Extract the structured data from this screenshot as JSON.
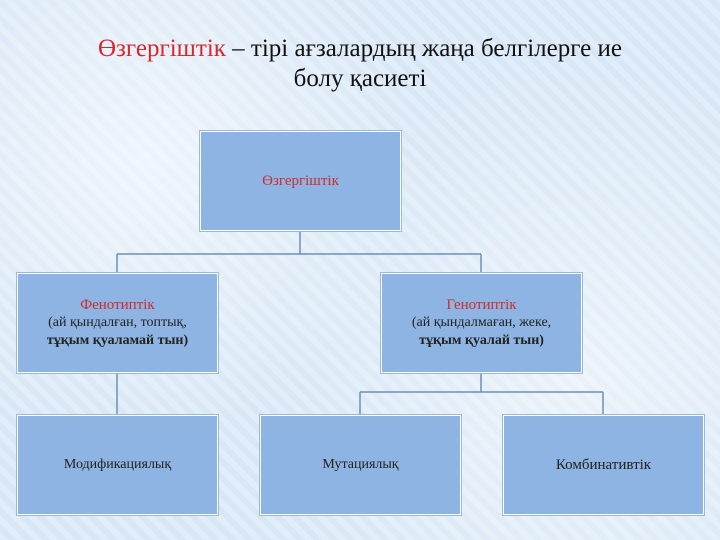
{
  "title": {
    "term": "Өзгергіштік",
    "dash": " – ",
    "line1_rest": "тірі  ағзалардың  жаңа  белгілерге ие",
    "line2": "болу  қасиеті"
  },
  "diagram": {
    "root": "Өзгергіштік",
    "phenotypic": {
      "label": "Фенотиптік",
      "line1": "(ай қындалған, топтық,",
      "line2": "тұқым  қуаламай тын)"
    },
    "genotypic": {
      "label": "Генотиптік",
      "line1": "(ай қындалмаған, жеке,",
      "line2": "тұқым  қуалай тын)"
    },
    "modification": "Модификациялық",
    "mutation": "Мутациялық",
    "combinative": "Комбинативтік"
  },
  "colors": {
    "box_fill": "#8db4e2",
    "accent_red": "#d8262b",
    "connector": "#6d8fb8"
  }
}
